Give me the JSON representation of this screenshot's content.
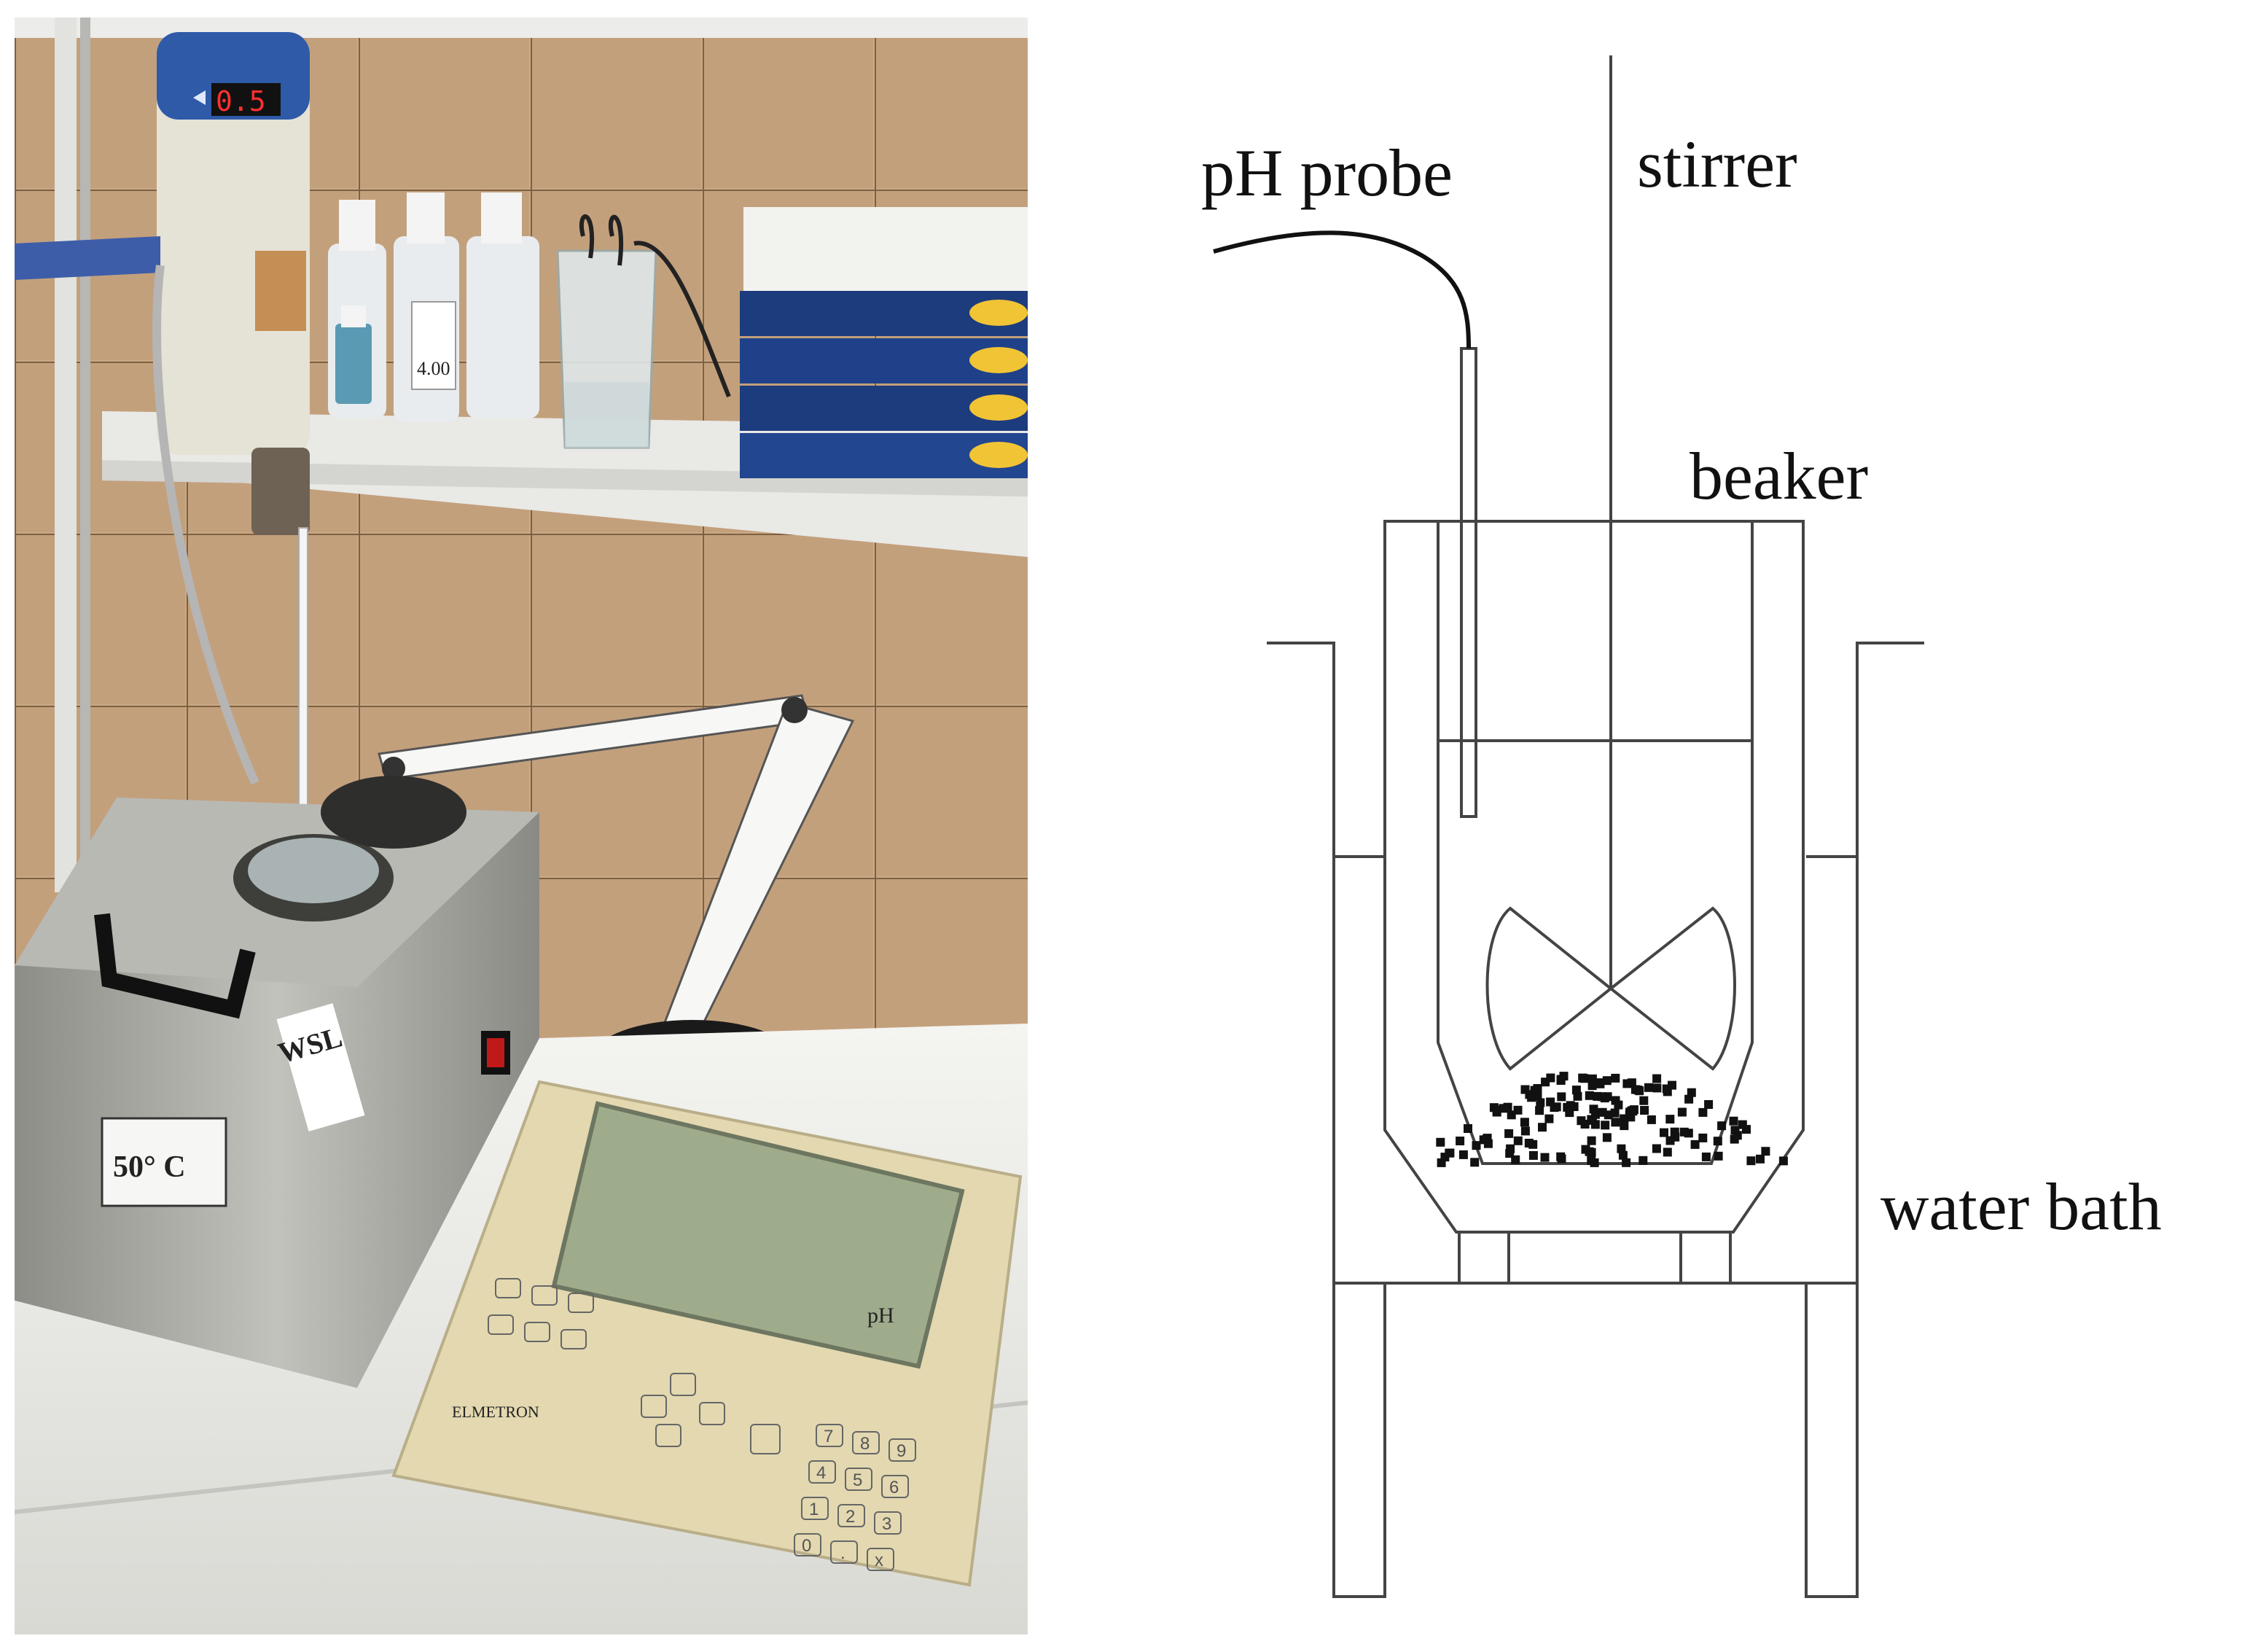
{
  "photo": {
    "temp_sign": "50° C",
    "bath_brand": "WSL",
    "stirrer_display": "0.5",
    "meter_brand": "ELMETRON",
    "meter_unit": "pH",
    "bottle_label": "4.00",
    "keypad_keys": [
      "7",
      "8",
      "9",
      "4",
      "5",
      "6",
      "1",
      "2",
      "3",
      "0",
      ".",
      "x"
    ]
  },
  "diagram": {
    "labels": {
      "ph_probe": "pH probe",
      "stirrer": "stirrer",
      "beaker": "beaker",
      "water_bath": "water bath"
    }
  },
  "colors": {
    "line": "#444444",
    "tile": "#c4a27f",
    "grout": "#8a6a4a",
    "steel": "#a9a9a4",
    "meter_case": "#e3d8b0",
    "lcd": "#9fac8c",
    "box_blue": "#1d3c7d"
  }
}
